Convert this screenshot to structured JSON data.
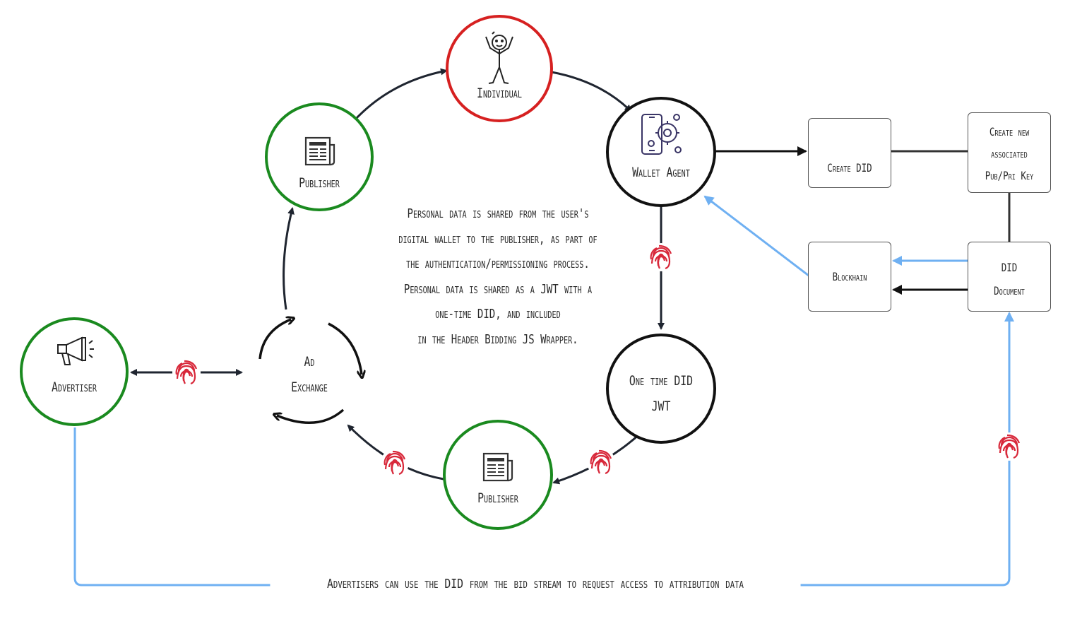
{
  "nodes": {
    "individual": "Individual",
    "publisher_top": "Publisher",
    "wallet_agent": "Wallet Agent",
    "one_time_did": [
      "One time DID",
      "JWT"
    ],
    "publisher_bottom": "Publisher",
    "ad_exchange": [
      "Ad",
      "Exchange"
    ],
    "advertiser": "Advertiser"
  },
  "boxes": {
    "create_did": "Create  DID",
    "create_key": [
      "Create new",
      "associated",
      "Pub/Pri Key"
    ],
    "blockchain": "Blockhain",
    "did_document": [
      "DID",
      "Document"
    ]
  },
  "center_note": [
    "Personal data is shared from the user's",
    "digital wallet  to the publisher, as part of",
    "the authentication/permissioning process.",
    "Personal data is shared as a JWT with a",
    "one-time DID, and included",
    "in the Header Bidding JS Wrapper."
  ],
  "bottom_note": "Advertisers can use the DID from the bid stream to request access to attribution data",
  "colors": {
    "green": "#1a8a1f",
    "red": "#d62020",
    "black": "#111111",
    "blue": "#6fb0f2",
    "fingerprint": "#d8283a"
  },
  "icons": [
    "stick-figure-icon",
    "newspaper-icon",
    "phone-gear-icon",
    "megaphone-icon",
    "fingerprint-icon",
    "cycle-arrows-icon"
  ]
}
